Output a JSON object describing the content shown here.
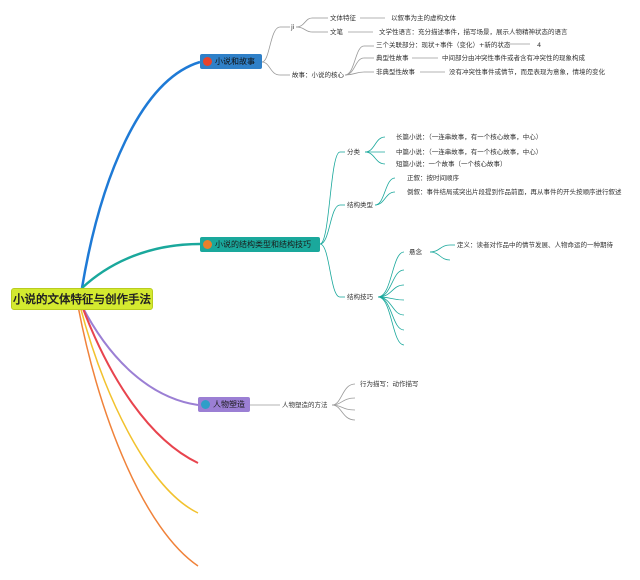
{
  "root": {
    "label": "小说的文体特征与创作手法"
  },
  "b1": {
    "label": "小说和故事",
    "color": "#2f80c8",
    "dot": "#e8432c",
    "n1": "ji",
    "wenti": "文体特征",
    "wenti_desc": "以叙事为主的虚构文体",
    "wenbi": "文笔",
    "wenbi_desc": "文学性语言：充分描述事件，描写场景，展示人物精神状态的语言",
    "hexin": "故事：小说的核心",
    "sange": "三个关联部分：现状+事件（变化）+新的状态",
    "sange_mark": "4",
    "dianxing": "典型性故事",
    "dianxing_desc": "中间部分由冲突性事件或者含有冲突性的现象构成",
    "feidianxing": "非典型性故事",
    "feidianxing_desc": "没有冲突性事件或情节，而是表现为意象，情境的变化"
  },
  "b2": {
    "label": "小说的结构类型和结构技巧",
    "color": "#1aa89c",
    "dot": "#e8802c",
    "fenlei": "分类",
    "chang": "长篇小说：（一连串故事，有一个核心故事，中心）",
    "zhong": "中篇小说：（一连串故事，有一个核心故事，中心）",
    "duan": "短篇小说：一个故事（一个核心故事）",
    "jiegouleixing": "结构类型",
    "zhengxu": "正叙：按时间顺序",
    "daoxu": "倒叙：事件结局或突出片段提到作品前面，再从事件的开头按顺序进行叙述",
    "jiegoujiqiao": "结构技巧",
    "xuannian": "悬念",
    "dingyi": "定义：读者对作品中的情节发展、人物命运的一种期待"
  },
  "b3": {
    "label": "人物塑造",
    "color": "#9b7fd4",
    "dot": "#2f9ec8",
    "fangfa": "人物塑造的方法",
    "xingwei": "行为描写：动作描写"
  },
  "colors": {
    "branch1": "#1e7ad6",
    "branch2": "#1aa89c",
    "branch3": "#9b7fd4",
    "red": "#e8444e",
    "yellow": "#f2c22e",
    "orange": "#f0823a"
  }
}
